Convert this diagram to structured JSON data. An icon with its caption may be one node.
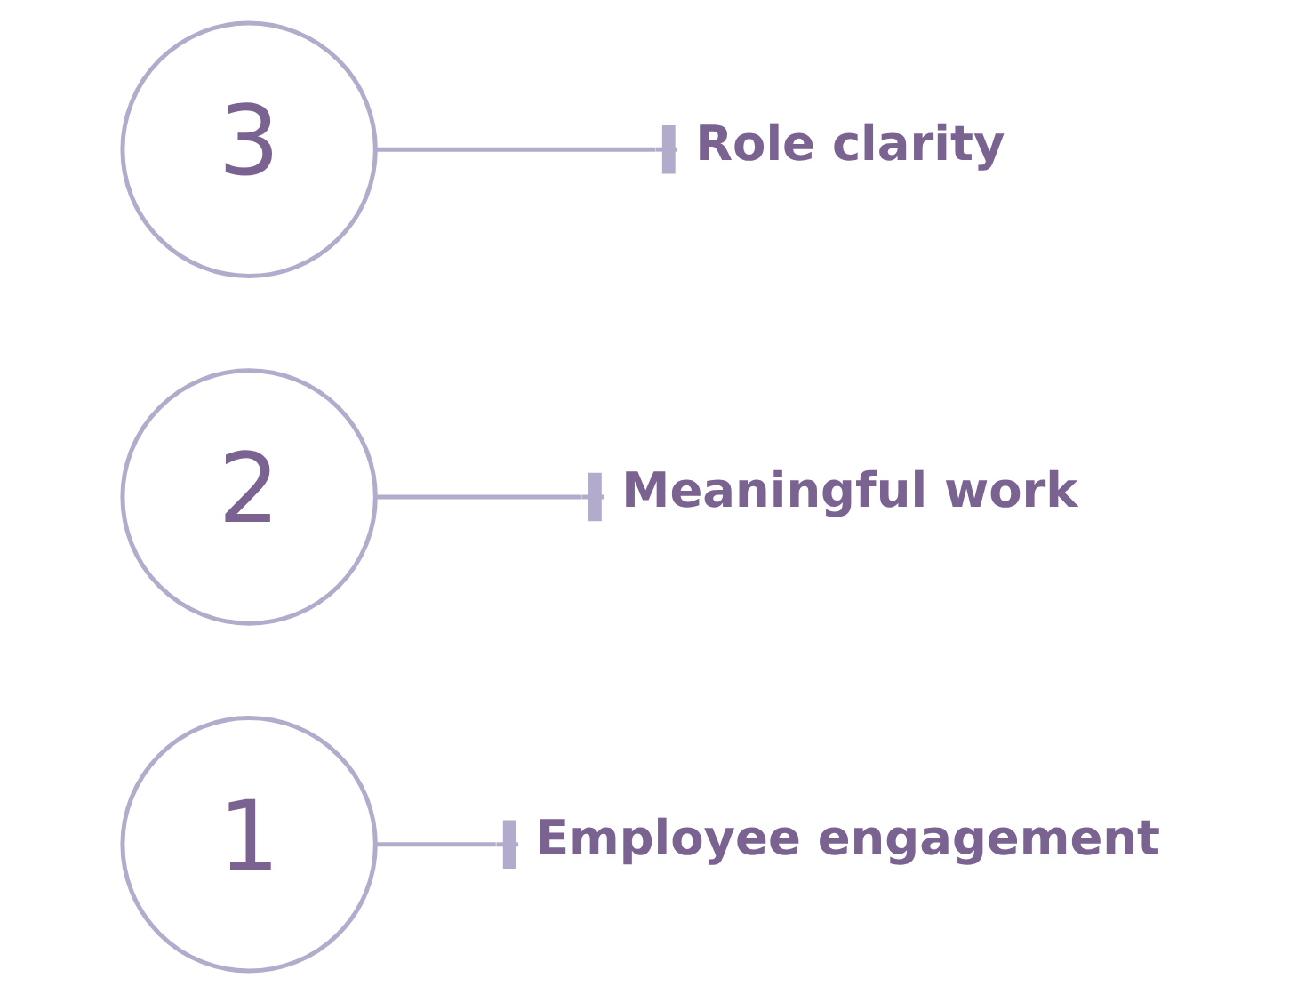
{
  "diagram": {
    "nodes": [
      {
        "text": [
          "1"
        ]
      },
      {
        "text": [
          "Employee engagement"
        ]
      },
      {
        "text": [
          "2"
        ]
      },
      {
        "text": [
          "Meaningful work"
        ]
      },
      {
        "text": [
          "3"
        ]
      },
      {
        "text": [
          "Role clarity"
        ]
      }
    ],
    "edges": [
      {
        "from": 0,
        "to": 1,
        "arrow": "other"
      },
      {
        "from": 2,
        "to": 3,
        "arrow": "other"
      },
      {
        "from": 4,
        "to": 5,
        "arrow": "other"
      }
    ]
  }
}
